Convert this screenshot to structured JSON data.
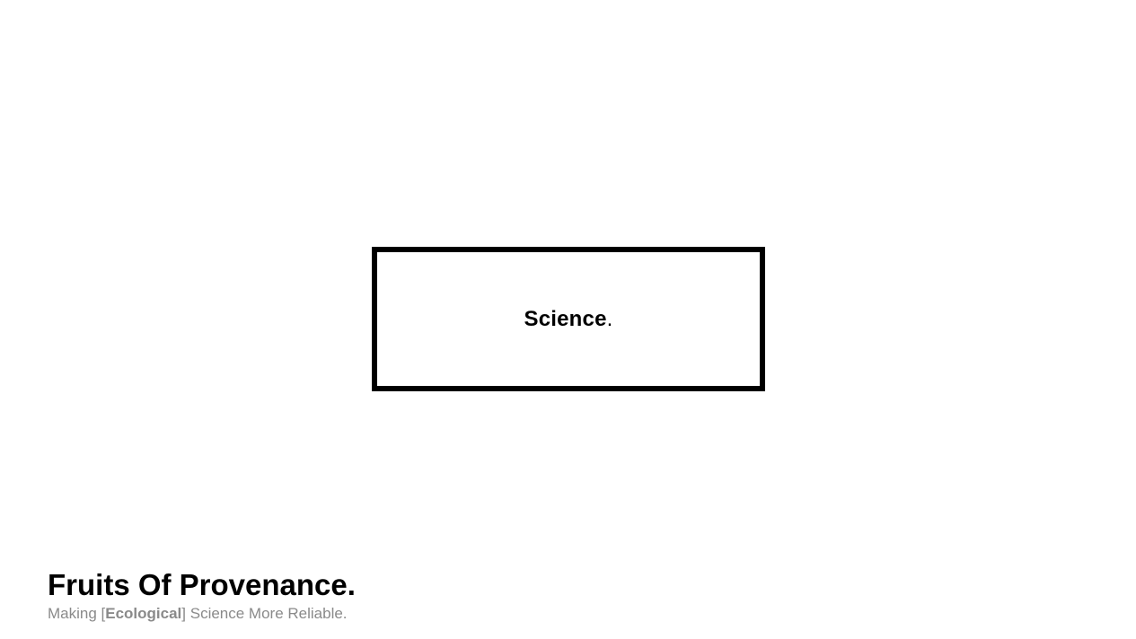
{
  "hero": {
    "word": "Science",
    "punct": "."
  },
  "footer": {
    "title": "Fruits Of Provenance.",
    "tagline_before": "Making [",
    "tagline_emph": "Ecological",
    "tagline_after": "] Science More Reliable."
  },
  "colors": {
    "text": "#000000",
    "muted": "#8a8a8a",
    "background": "#ffffff"
  }
}
